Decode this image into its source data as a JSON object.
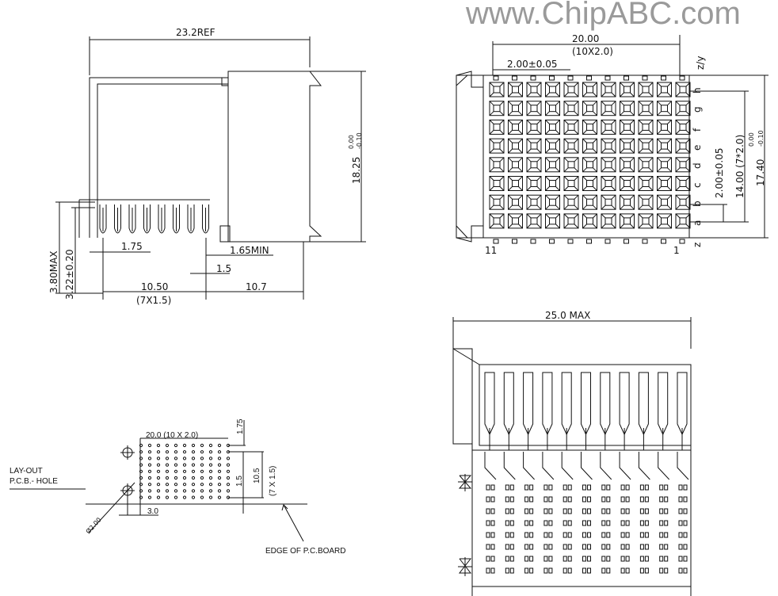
{
  "watermark": "www.ChipABC.com",
  "side_view": {
    "overall_length": "23.2REF",
    "height": "18.25",
    "height_tol_upper": "0.00",
    "height_tol_lower": "-0.10",
    "max_height": "3.80MAX",
    "pin_height": "3.22±0.20",
    "pin_offset": "1.75",
    "min_clearance": "1.65MIN",
    "pitch": "1.5",
    "pin_span": "10.50",
    "pin_span_detail": "(7X1.5)",
    "body_offset": "10.7"
  },
  "top_view": {
    "width": "20.00",
    "width_detail": "(10X2.0)",
    "column_pitch": "2.00±0.05",
    "row_pitch": "2.00±0.05",
    "row_span": "14.00 (7*2.0)",
    "height": "17.40",
    "height_tol_upper": "0.00",
    "height_tol_lower": "-0.10",
    "row_labels": [
      "z/y",
      "h",
      "g",
      "f",
      "e",
      "d",
      "c",
      "b",
      "a",
      "z"
    ],
    "col_first": "11",
    "col_last": "1"
  },
  "front_view": {
    "width": "25.0 MAX"
  },
  "layout": {
    "title_line1": "LAY-OUT",
    "title_line2": "P.C.B.- HOLE",
    "grid_width": "20.0 (10 X 2.0)",
    "top_offset": "1.75",
    "row_pitch": "1.5",
    "row_span": "10.5",
    "row_span_detail": "(7 X 1.5)",
    "side_offset": "3.0",
    "hole_dia": "Ø2.00",
    "edge_label": "EDGE OF P.C.BOARD"
  }
}
